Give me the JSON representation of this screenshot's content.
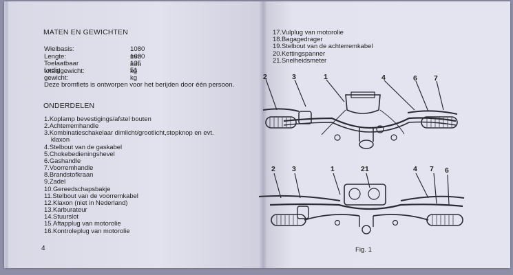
{
  "left_page": {
    "heading": "MATEN EN GEWICHTEN",
    "specs": [
      {
        "label": "Wielbasis:",
        "value": "1080 mm"
      },
      {
        "label": "Lengte:",
        "value": "1630 mm"
      },
      {
        "label": "Toelaatbaar totaalgewicht:",
        "value": "135 kg"
      },
      {
        "label": "Ledig gewicht:",
        "value": "51 kg"
      }
    ],
    "note": "Deze bromfiets is ontworpen voor het berijden door één persoon.",
    "parts_heading": "ONDERDELEN",
    "parts": [
      "1.Koplamp bevestigings/afstel bouten",
      "2.Achterremhandle",
      "3.Kombinatieschakelaar dimlicht/grootlicht,stopknop en evt.",
      "   klaxon",
      "4.Stelbout van de gaskabel",
      "5.Chokebedieningshevel",
      "6.Gashandle",
      "7.Voorremhandle",
      "8.Brandstofkraan",
      "9.Zadel",
      "10.Gereedschapsbakje",
      "11.Stelbout van de voorremkabel",
      "12.Klaxon (niet in Nederland)",
      "13.Karburateur",
      "14.Stuurslot",
      "15.Aftapplug van motorolie",
      "16.Kontroleplug van motorolie"
    ],
    "page_number": "4"
  },
  "right_page": {
    "parts": [
      "17.Vulplug van motorolie",
      "18.Bagagedrager",
      "19.Stelbout van de achterremkabel",
      "20.Kettingspanner",
      "21.Snelheidsmeter"
    ],
    "top_callouts": [
      "2",
      "3",
      "1",
      "4",
      "6",
      "7"
    ],
    "bottom_callouts": [
      "2",
      "3",
      "1",
      "21",
      "4",
      "7",
      "6"
    ],
    "figure_caption": "Fig. 1"
  }
}
